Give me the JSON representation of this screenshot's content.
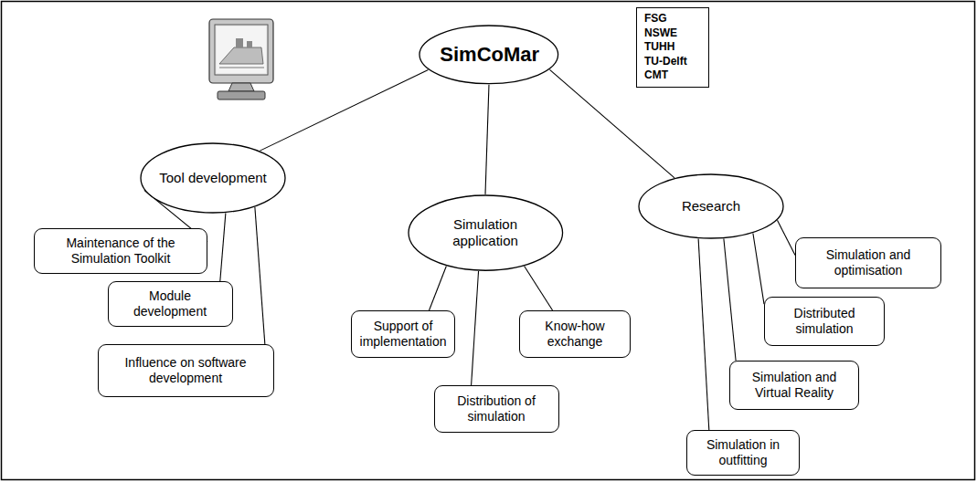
{
  "diagram": {
    "nodes": [
      {
        "text": [
          "SimCoMar"
        ]
      },
      {
        "text": [
          "FSG",
          "NSWE",
          "TUHH",
          "TU-Delft",
          "CMT"
        ]
      },
      {
        "text": [
          "Tool development"
        ]
      },
      {
        "text": [
          "Simulation application"
        ]
      },
      {
        "text": [
          "Research"
        ]
      },
      {
        "text": [
          "Maintenance of the Simulation Toolkit"
        ]
      },
      {
        "text": [
          "Module development"
        ]
      },
      {
        "text": [
          "Influence on software development"
        ]
      },
      {
        "text": [
          "Support of implementation"
        ]
      },
      {
        "text": [
          "Distribution of simulation"
        ]
      },
      {
        "text": [
          "Know-how exchange"
        ]
      },
      {
        "text": [
          "Simulation and optimisation"
        ]
      },
      {
        "text": [
          "Distributed simulation"
        ]
      },
      {
        "text": [
          "Simulation and Virtual Reality"
        ]
      },
      {
        "text": [
          "Simulation in outfitting"
        ]
      }
    ],
    "edges": [
      {
        "from": 0,
        "to": 2,
        "arrow": "none"
      },
      {
        "from": 0,
        "to": 3,
        "arrow": "none"
      },
      {
        "from": 0,
        "to": 4,
        "arrow": "none"
      },
      {
        "from": 2,
        "to": 5,
        "arrow": "none"
      },
      {
        "from": 2,
        "to": 6,
        "arrow": "none"
      },
      {
        "from": 2,
        "to": 7,
        "arrow": "none"
      },
      {
        "from": 3,
        "to": 8,
        "arrow": "none"
      },
      {
        "from": 3,
        "to": 9,
        "arrow": "none"
      },
      {
        "from": 3,
        "to": 10,
        "arrow": "none"
      },
      {
        "from": 4,
        "to": 11,
        "arrow": "none"
      },
      {
        "from": 4,
        "to": 12,
        "arrow": "none"
      },
      {
        "from": 4,
        "to": 13,
        "arrow": "none"
      },
      {
        "from": 4,
        "to": 14,
        "arrow": "none"
      }
    ]
  }
}
